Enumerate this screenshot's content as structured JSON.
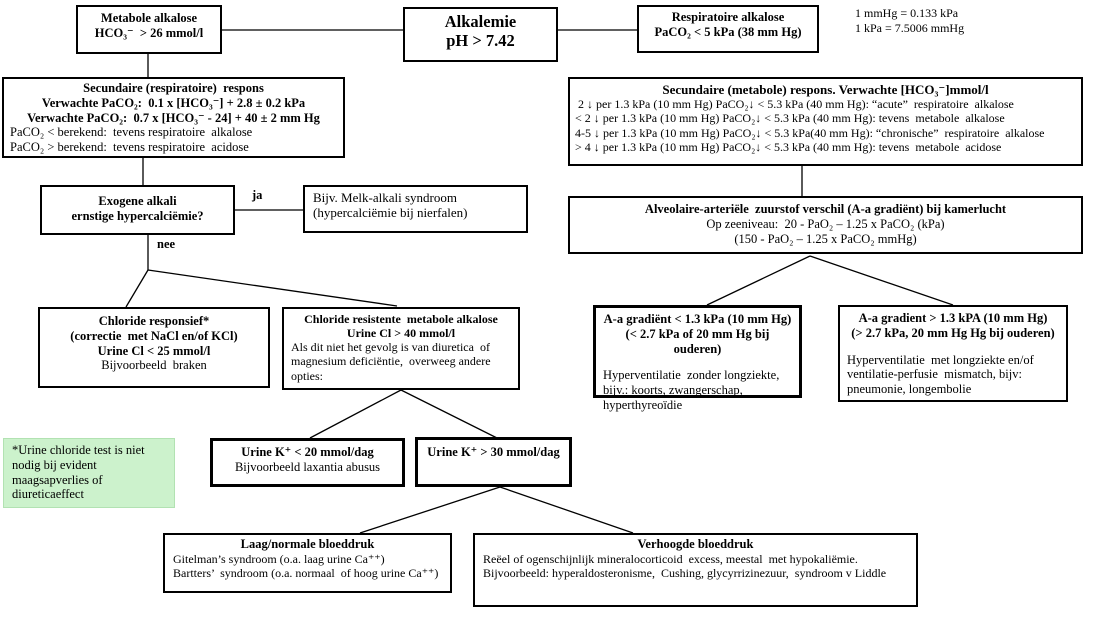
{
  "labels": {
    "ja": "ja",
    "nee": "nee"
  },
  "conversion": {
    "line1": "1 mmHg = 0.133 kPa",
    "line2": "1 kPa = 7.5006 mmHg"
  },
  "boxes": {
    "alkalemie": {
      "line1": "Alkalemie",
      "line2": "pH > 7.42"
    },
    "metabole": {
      "line1": "Metabole alkalose",
      "line2": "HCO₃⁻  > 26 mmol/l"
    },
    "respiratoire": {
      "line1": "Respiratoire alkalose",
      "line2": "PaCO₂ < 5 kPa (38 mm Hg)"
    },
    "secundaire_respiratoire": {
      "title": "Secundaire (respiratoire)  respons",
      "formula1": "Verwachte PaCO₂:  0.1 x [HCO₃⁻] + 2.8 ± 0.2 kPa",
      "formula2": "Verwachte PaCO₂:  0.7 x [HCO₃⁻ - 24] + 40 ± 2 mm Hg",
      "note1": "PaCO₂ < berekend:  tevens respiratoire  alkalose",
      "note2": "PaCO₂ > berekend:  tevens respiratoire  acidose"
    },
    "exogene": {
      "line1": "Exogene alkali",
      "line2": "ernstige hypercalciëmie?"
    },
    "melk_alkali": {
      "line1": "Bijv. Melk-alkali syndroom",
      "line2": "(hypercalciëmie bij nierfalen)"
    },
    "chloride_responsief": {
      "line1": "Chloride responsief*",
      "line2": "(correctie  met NaCl en/of KCl)",
      "line3": "Urine Cl < 25 mmol/l",
      "line4": "Bijvoorbeeld  braken"
    },
    "chloride_resistent": {
      "line1": "Chloride resistente  metabole alkalose",
      "line2": "Urine Cl > 40 mmol/l",
      "body": "Als dit niet het gevolg is van diuretica  of magnesium deficiëntie,  overweeg andere opties:"
    },
    "urine_note": {
      "line1": "*Urine chloride test is niet",
      "line2": "nodig bij evident",
      "line3": "maagsapverlies of",
      "line4": "diureticaeffect"
    },
    "urine_k_laag": {
      "line1": "Urine K⁺ < 20 mmol/dag",
      "line2": "Bijvoorbeeld laxantia abusus"
    },
    "urine_k_hoog": {
      "line1": "Urine K⁺ > 30 mmol/dag"
    },
    "laag_bloeddruk": {
      "title": "Laag/normale bloeddruk",
      "line1": "Gitelman’s syndroom (o.a. laag urine Ca⁺⁺)",
      "line2": "Bartters’  syndroom (o.a. normaal  of hoog urine Ca⁺⁺)"
    },
    "verhoogde_bloeddruk": {
      "title": "Verhoogde bloeddruk",
      "line1": "Reëel of ogenschijnlijk mineralocorticoid  excess, meestal  met hypokaliëmie.",
      "line2": "Bijvoorbeeld: hyperaldosteronisme,  Cushing, glycyrrizinezuur,  syndroom v Liddle"
    },
    "secundaire_metabole": {
      "title": "Secundaire (metabole) respons. Verwachte [HCO₃⁻]mmol/l",
      "rows": [
        " 2 ↓ per 1.3 kPa (10 mm Hg) PaCO₂↓ < 5.3 kPa (40 mm Hg): “acute”  respiratoire  alkalose",
        "< 2 ↓ per 1.3 kPa (10 mm Hg) PaCO₂↓ < 5.3 kPa (40 mm Hg): tevens  metabole  alkalose",
        "4-5 ↓ per 1.3 kPa (10 mm Hg) PaCO₂↓ < 5.3 kPa(40 mm Hg): “chronische”  respiratoire  alkalose",
        "> 4 ↓ per 1.3 kPa (10 mm Hg) PaCO₂↓ < 5.3 kPa (40 mm Hg): tevens  metabole  acidose"
      ]
    },
    "alveolaire": {
      "title": "Alveolaire-arteriële  zuurstof verschil (A-a gradiënt) bij kamerlucht",
      "line1": "Op zeeniveau:  20 - PaO₂ – 1.25 x PaCO₂ (kPa)",
      "line2": "(150 - PaO₂ – 1.25 x PaCO₂ mmHg)"
    },
    "aa_gradient_laag": {
      "line1": "A-a gradiënt < 1.3 kPa (10 mm Hg)",
      "line2": "(< 2.7 kPa of 20 mm Hg bij ouderen)",
      "body": "Hyperventilatie  zonder longziekte, bijv.: koorts, zwangerschap, hyperthyreoïdie"
    },
    "aa_gradient_hoog": {
      "line1": "A-a gradient > 1.3 kPA (10 mm Hg)",
      "line2": "(> 2.7 kPa, 20 mm Hg Hg bij ouderen)",
      "body": "Hyperventilatie  met longziekte en/of ventilatie-perfusie  mismatch, bijv: pneumonie, longembolie"
    }
  },
  "colors": {
    "note_bg": "#ccf2cc",
    "line": "#000000"
  }
}
